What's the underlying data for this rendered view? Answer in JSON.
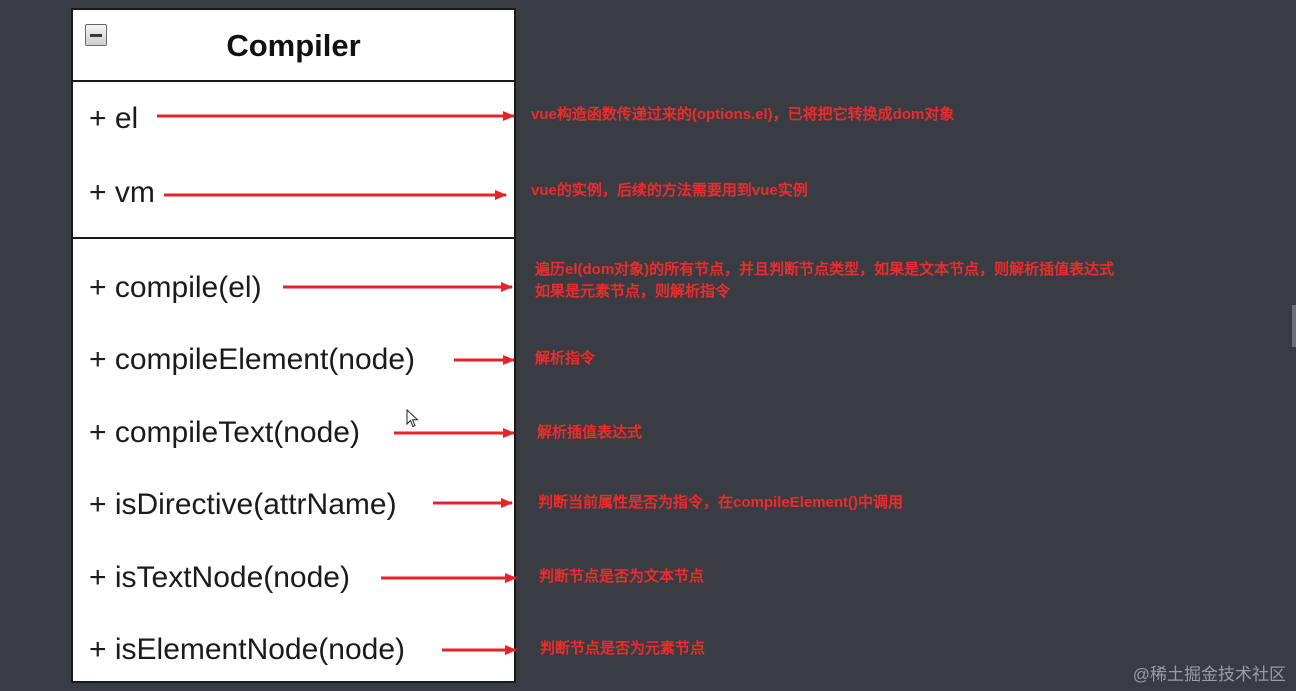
{
  "class_box": {
    "title": "Compiler",
    "attributes": [
      {
        "label": "+ el",
        "note": [
          "vue构造函数传递过来的(options.el)，已将把它转换成dom对象"
        ]
      },
      {
        "label": "+ vm",
        "note": [
          "vue的实例，后续的方法需要用到vue实例"
        ]
      }
    ],
    "methods": [
      {
        "label": "+ compile(el)",
        "note": [
          "遍历el(dom对象)的所有节点，并且判断节点类型，如果是文本节点，则解析插值表达式",
          "如果是元素节点，则解析指令"
        ]
      },
      {
        "label": "+ compileElement(node)",
        "note": [
          "解析指令"
        ]
      },
      {
        "label": "+ compileText(node)",
        "note": [
          "解析插值表达式"
        ]
      },
      {
        "label": "+ isDirective(attrName)",
        "note": [
          "判断当前属性是否为指令，在compileElement()中调用"
        ]
      },
      {
        "label": "+ isTextNode(node)",
        "note": [
          "判断节点是否为文本节点"
        ]
      },
      {
        "label": "+ isElementNode(node)",
        "note": [
          "判断节点是否为元素节点"
        ]
      }
    ]
  },
  "colors": {
    "background": "#393c43",
    "arrow": "#e5232b",
    "note_text": "#ee2b2b"
  },
  "icons": [
    "collapse-icon",
    "mouse-pointer-icon"
  ],
  "watermark": "@稀土掘金技术社区"
}
